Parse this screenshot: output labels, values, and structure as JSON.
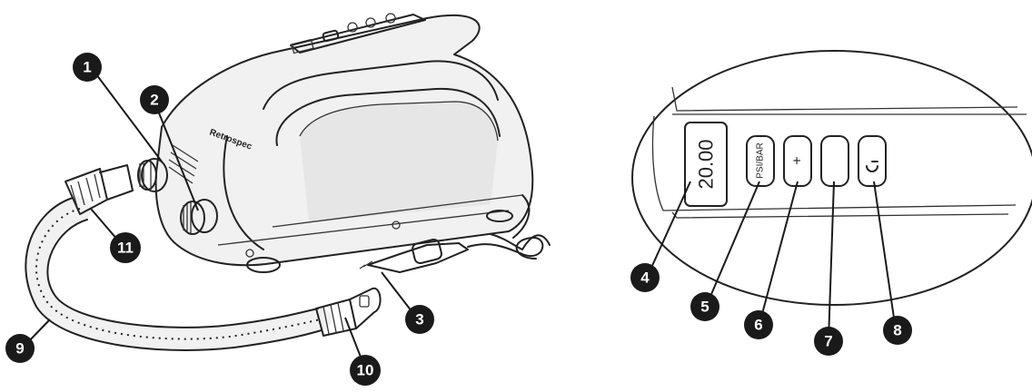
{
  "product": {
    "brand_text": "Retrospec",
    "display_value": "20.00",
    "buttons": {
      "unit_label": "PSI/BAR",
      "plus_label": "+",
      "power_icon": "power-icon"
    }
  },
  "callouts": [
    {
      "id": 1,
      "label": "1"
    },
    {
      "id": 2,
      "label": "2"
    },
    {
      "id": 3,
      "label": "3"
    },
    {
      "id": 4,
      "label": "4"
    },
    {
      "id": 5,
      "label": "5"
    },
    {
      "id": 6,
      "label": "6"
    },
    {
      "id": 7,
      "label": "7"
    },
    {
      "id": 8,
      "label": "8"
    },
    {
      "id": 9,
      "label": "9"
    },
    {
      "id": 10,
      "label": "10"
    },
    {
      "id": 11,
      "label": "11"
    }
  ],
  "colors": {
    "ink": "#222222",
    "callout_fill": "#1a1a1a",
    "background": "#ffffff"
  }
}
